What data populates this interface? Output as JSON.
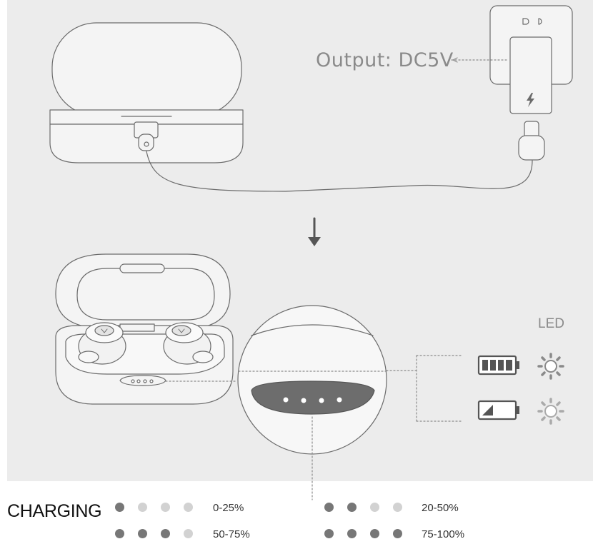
{
  "charger": {
    "output_label": "Output:  DC5V"
  },
  "led": {
    "label": "LED"
  },
  "charging": {
    "title": "CHARGING",
    "levels": [
      {
        "range": "0-25%",
        "dots_lit": 1
      },
      {
        "range": "20-50%",
        "dots_lit": 2
      },
      {
        "range": "50-75%",
        "dots_lit": 3
      },
      {
        "range": "75-100%",
        "dots_lit": 4
      }
    ],
    "dots_total": 4
  },
  "colors": {
    "panel": "#ececec",
    "line": "#6b6b6b",
    "dot_lit": "#777777",
    "dot_unlit": "#d2d2d2"
  }
}
